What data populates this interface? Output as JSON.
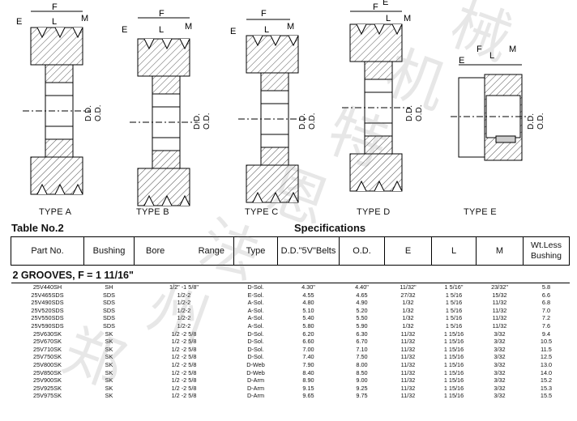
{
  "diagrams": [
    {
      "label": "TYPE A",
      "dims": {
        "E": "E",
        "F": "F",
        "L": "L",
        "M": "M",
        "DD": "D.D.",
        "OD": "O.D."
      }
    },
    {
      "label": "TYPE B",
      "dims": {
        "E": "E",
        "F": "F",
        "L": "L",
        "M": "M",
        "DD": "D.D.",
        "OD": "O.D."
      }
    },
    {
      "label": "TYPE C",
      "dims": {
        "E": "E",
        "F": "F",
        "L": "L",
        "M": "M",
        "DD": "D.D.",
        "OD": "O.D."
      }
    },
    {
      "label": "TYPE D",
      "dims": {
        "E": "E",
        "F": "F",
        "L": "L",
        "M": "M",
        "DD": "D.D.",
        "OD": "O.D."
      }
    },
    {
      "label": "TYPE E",
      "dims": {
        "E": "E",
        "F": "F",
        "L": "L",
        "M": "M",
        "DD": "D.D.",
        "OD": "O.D."
      }
    }
  ],
  "table_title": "Table No.2",
  "specs_title": "Specifications",
  "headers": {
    "part_no": "Part No.",
    "bushing": "Bushing",
    "bore": "Bore",
    "range": "Range",
    "type": "Type",
    "dd": "D.D.\"5V\"Belts",
    "od": "O.D.",
    "e": "E",
    "l": "L",
    "m": "M",
    "wt_line1": "Wt.Less",
    "wt_line2": "Bushing"
  },
  "group_label": "2 GROOVES, F = 1 11/16\"",
  "rows": [
    [
      "25V440SH",
      "SH",
      "1/2\" -1 5/8\"",
      "D-Sol.",
      "4.30\"",
      "4.40\"",
      "11/32\"",
      "1 5/16\"",
      "23/32\"",
      "5.8"
    ],
    [
      "25V465SDS",
      "SDS",
      "1/2-2",
      "E-Sol.",
      "4.55",
      "4.65",
      "27/32",
      "1 5/16",
      "15/32",
      "6.6"
    ],
    [
      "25V490SDS",
      "SDS",
      "1/2-2",
      "A-Sol.",
      "4.80",
      "4.90",
      "1/32",
      "1 5/16",
      "11/32",
      "6.8"
    ],
    [
      "25V520SDS",
      "SDS",
      "1/2-2",
      "A-Sol.",
      "5.10",
      "5.20",
      "1/32",
      "1 5/16",
      "11/32",
      "7.0"
    ],
    [
      "25V550SDS",
      "SDS",
      "1/2-2",
      "A-Sol.",
      "5.40",
      "5.50",
      "1/32",
      "1 5/16",
      "11/32",
      "7.2"
    ],
    [
      "25V590SDS",
      "SDS",
      "1/2-2",
      "A-Sol.",
      "5.80",
      "5.90",
      "1/32",
      "1 5/16",
      "11/32",
      "7.6"
    ],
    [
      "25V630SK",
      "SK",
      "1/2 -2 5/8",
      "D-Sol.",
      "6.20",
      "6.30",
      "11/32",
      "1 15/16",
      "3/32",
      "9.4"
    ],
    [
      "25V670SK",
      "SK",
      "1/2 -2 5/8",
      "D-Sol.",
      "6.60",
      "6.70",
      "11/32",
      "1 15/16",
      "3/32",
      "10.5"
    ],
    [
      "25V710SK",
      "SK",
      "1/2 -2 5/8",
      "D-Sol.",
      "7.00",
      "7.10",
      "11/32",
      "1 15/16",
      "3/32",
      "11.5"
    ],
    [
      "25V750SK",
      "SK",
      "1/2 -2 5/8",
      "D-Sol.",
      "7.40",
      "7.50",
      "11/32",
      "1 15/16",
      "3/32",
      "12.5"
    ],
    [
      "25V800SK",
      "SK",
      "1/2 -2 5/8",
      "D-Web",
      "7.90",
      "8.00",
      "11/32",
      "1 15/16",
      "3/32",
      "13.0"
    ],
    [
      "25V850SK",
      "SK",
      "1/2 -2 5/8",
      "D-Web",
      "8.40",
      "8.50",
      "11/32",
      "1 15/16",
      "3/32",
      "14.0"
    ],
    [
      "25V900SK",
      "SK",
      "1/2 -2 5/8",
      "D-Arm",
      "8.90",
      "9.00",
      "11/32",
      "1 15/16",
      "3/32",
      "15.2"
    ],
    [
      "25V925SK",
      "SK",
      "1/2 -2 5/8",
      "D-Arm",
      "9.15",
      "9.25",
      "11/32",
      "1 15/16",
      "3/32",
      "15.3"
    ],
    [
      "25V975SK",
      "SK",
      "1/2 -2 5/8",
      "D-Arm",
      "9.65",
      "9.75",
      "11/32",
      "1 15/16",
      "3/32",
      "15.5"
    ]
  ],
  "watermark": [
    "郑",
    "州",
    "法",
    "恩",
    "特",
    "机",
    "械"
  ]
}
